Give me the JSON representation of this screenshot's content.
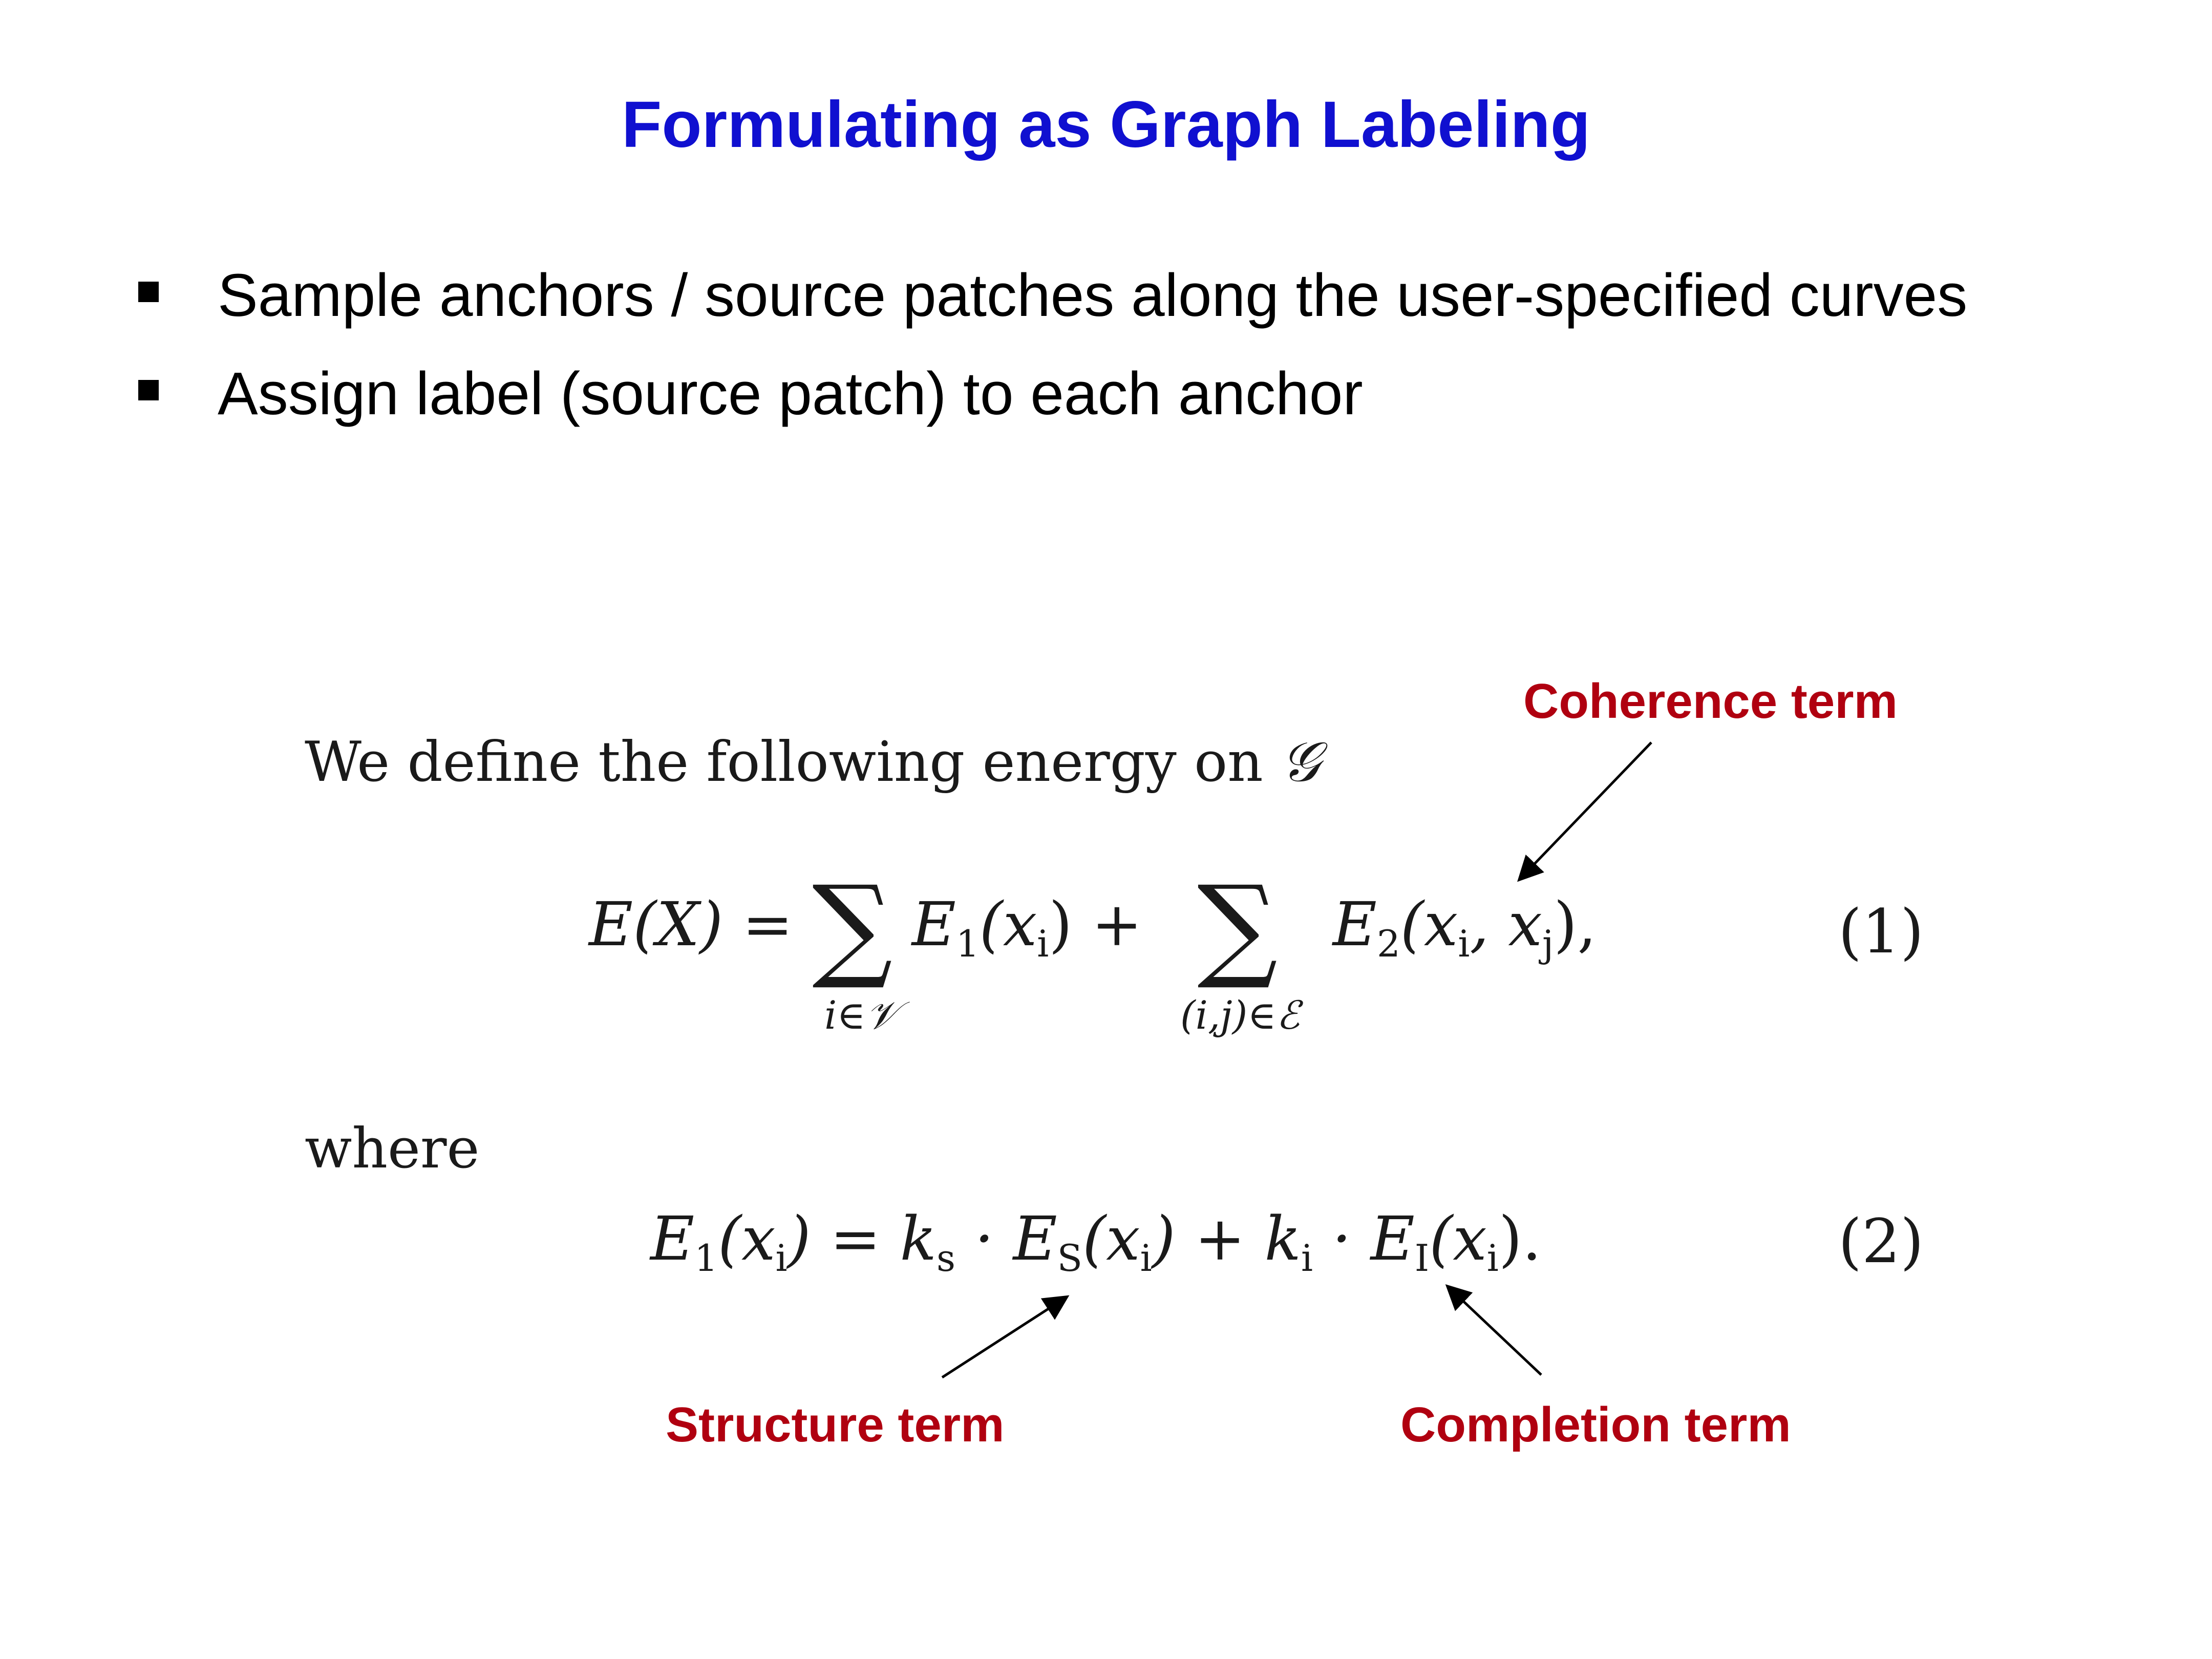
{
  "title": "Formulating as Graph Labeling",
  "bullets": [
    "Sample anchors / source patches along the user-specified curves",
    "Assign label (source patch) to each anchor"
  ],
  "math": {
    "intro_text": "We define the following energy on",
    "graph_symbol": "𝒢",
    "eq1": {
      "lhs": "E(X) =",
      "sum_symbol": "∑",
      "term1": "E",
      "term1_sub": "1",
      "term1_arg": "(x",
      "term1_arg_sub": "i",
      "term1_close": ") +",
      "sum1_sub": "i∈𝒱",
      "sum2_sub": "(i,j)∈ℰ",
      "term2": "E",
      "term2_sub": "2",
      "term2_arg": "(x",
      "term2_arg_sub1": "i",
      "term2_sep": ", x",
      "term2_arg_sub2": "j",
      "term2_close": "),",
      "number": "(1)"
    },
    "where_text": "where",
    "eq2": {
      "e": "E",
      "e_sub": "1",
      "x_open": "(x",
      "x_sub": "i",
      "eq": ") = k",
      "ks_sub": "s",
      "dot1": " · E",
      "es_sub": "S",
      "x2_open": "(x",
      "x2_sub": "i",
      "plus": ") + k",
      "ki_sub": "i",
      "dot2": " · E",
      "ei_sub": "I",
      "x3_open": "(x",
      "x3_sub": "i",
      "end": ").",
      "number": "(2)"
    }
  },
  "annotations": {
    "coherence": "Coherence term",
    "structure": "Structure term",
    "completion": "Completion term",
    "color": "#b00010"
  },
  "colors": {
    "title": "#1010d0",
    "annotation": "#b00010",
    "text": "#000000"
  }
}
